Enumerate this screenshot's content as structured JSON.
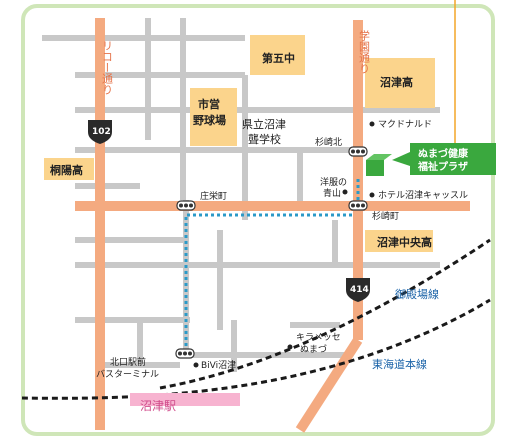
{
  "roads": {
    "rico": "リコー通り",
    "gakuen": "学園通り",
    "route102": "102",
    "route414": "414"
  },
  "railways": {
    "gotemba": "御殿場線",
    "tokaido": "東海道本線"
  },
  "station": "沼津駅",
  "buildings": {
    "daigochu": "第五中",
    "numazu_high": "沼津高",
    "stadium_line1": "市営",
    "stadium_line2": "野球場",
    "deaf_line1": "県立沼津",
    "deaf_line2": "聾学校",
    "toyo_high": "桐陽高",
    "numazu_chuo": "沼津中央高"
  },
  "destination": {
    "line1": "ぬまづ健康",
    "line2": "福祉プラザ"
  },
  "intersections": {
    "shoei": "庄栄町",
    "sugisakikita": "杉崎北",
    "sugisaki": "杉崎町",
    "kitaguchi_line1": "北口駅前",
    "kitaguchi_line2": "バスターミナル"
  },
  "landmarks": {
    "mcdonalds": "マクドナルド",
    "yofuku_line1": "洋服の",
    "yofuku_line2": "青山",
    "hotel": "ホテル沼津キャッスル",
    "kirameki_line1": "キラメッセ",
    "kirameki_line2": "ぬまづ",
    "bivi": "BiVi沼津"
  },
  "colors": {
    "border": "#cfe6b8",
    "road_gray": "#c8c8c8",
    "road_orange": "#f4aa80",
    "building": "#fbd48c",
    "destination": "#3aa83e",
    "route_dotted": "#2b9ac8",
    "rail": "#1a1a1a",
    "station_fill": "#f7b3d0",
    "rail_label": "#1a63a8"
  }
}
